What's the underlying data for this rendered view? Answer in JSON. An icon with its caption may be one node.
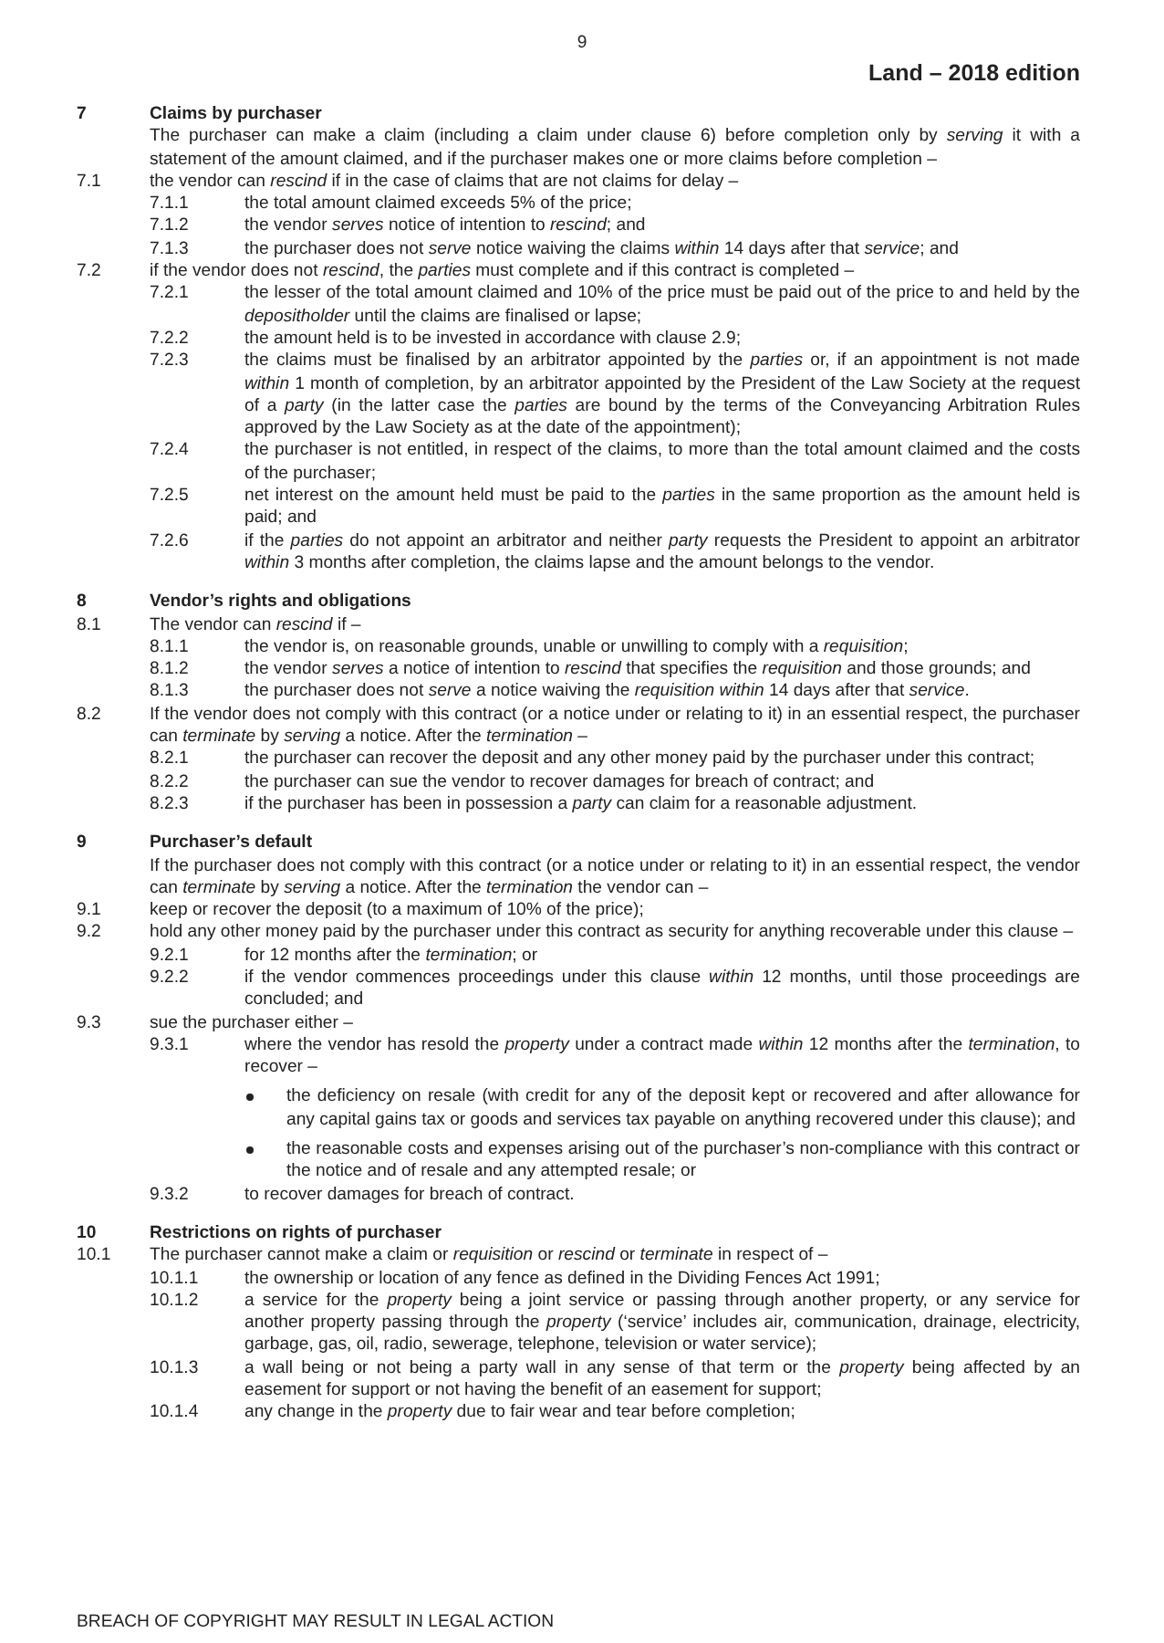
{
  "diagram": {
    "labels": [
      "9",
      "Land – 2018 edition",
      "7",
      "Claims by purchaser",
      "The purchaser can make a claim (including a claim under clause 6) before completion only by *serving* it with a statement of the amount claimed, and if the purchaser makes one or more claims before completion –",
      "7.1",
      "the vendor can *rescind* if in the case of claims that are not claims for delay –",
      "7.1.1",
      "the total amount claimed exceeds 5% of the price;",
      "7.1.2",
      "the vendor *serves* notice of intention to *rescind*; and",
      "7.1.3",
      "the purchaser does not *serve* notice waiving the claims *within* 14 days after that *service*; and",
      "7.2",
      "if the vendor does not *rescind*, the *parties* must complete and if this contract is completed –",
      "7.2.1",
      "the lesser of the total amount claimed and 10% of the price must be paid out of the price to and held by the *depositholder* until the claims are finalised or lapse;",
      "7.2.2",
      "the amount held is to be invested in accordance with clause 2.9;",
      "7.2.3",
      "the claims must be finalised by an arbitrator appointed by the *parties* or, if an appointment is not made *within* 1 month of completion, by an arbitrator appointed by the President of the Law Society at the request of a *party* (in the latter case the *parties* are bound by the terms of the Conveyancing Arbitration Rules approved by the Law Society as at the date of the appointment);",
      "7.2.4",
      "the purchaser is not entitled, in respect of the claims, to more than the total amount claimed and the costs of the purchaser;",
      "7.2.5",
      "net interest on the amount held must be paid to the *parties* in the same proportion as the amount held is paid; and",
      "7.2.6",
      "if the *parties* do not appoint an arbitrator and neither *party* requests the President to appoint an arbitrator *within* 3 months after completion, the claims lapse and the amount belongs to the vendor.",
      "8",
      "Vendor’s rights and obligations",
      "8.1",
      "The vendor can *rescind* if –",
      "8.1.1",
      "the vendor is, on reasonable grounds, unable or unwilling to comply with a *requisition*;",
      "8.1.2",
      "the vendor *serves* a notice of intention to *rescind* that specifies the *requisition* and those grounds; and",
      "8.1.3",
      "the purchaser does not *serve* a notice waiving the *requisition within* 14 days after that *service*.",
      "8.2",
      "If the vendor does not comply with this contract (or a notice under or relating to it) in an essential respect, the purchaser can *terminate* by *serving* a notice. After the *termination* –",
      "8.2.1",
      "the purchaser can recover the deposit and any other money paid by the purchaser under this contract;",
      "8.2.2",
      "the purchaser can sue the vendor to recover damages for breach of contract; and",
      "8.2.3",
      "if the purchaser has been in possession a *party* can claim for a reasonable adjustment.",
      "9",
      "Purchaser’s default",
      "If the purchaser does not comply with this contract (or a notice under or relating to it) in an essential respect, the vendor can *terminate* by *serving* a notice. After the *termination* the vendor can –",
      "9.1",
      "keep or recover the deposit (to a maximum of 10% of the price);",
      "9.2",
      "hold any other money paid by the purchaser under this contract as security for anything recoverable under this clause –",
      "9.2.1",
      "for 12 months after the *termination*; or",
      "9.2.2",
      "if the vendor commences proceedings under this clause *within* 12 months, until those proceedings are concluded; and",
      "9.3",
      "sue the purchaser either –",
      "9.3.1",
      "where the vendor has resold the *property* under a contract made *within* 12 months after the *termination*, to recover –",
      "the deficiency on resale (with credit for any of the deposit kept or recovered and after allowance for any capital gains tax or goods and services tax payable on anything recovered under this clause); and",
      "the reasonable costs and expenses arising out of the purchaser’s non-compliance with this contract or the notice and of resale and any attempted resale; or",
      "9.3.2",
      "to recover damages for breach of contract.",
      "10",
      "Restrictions on rights of purchaser",
      "10.1",
      "The purchaser cannot make a claim or *requisition* or *rescind* or *terminate* in respect of –",
      "10.1.1",
      "the ownership or location of any fence as defined in the Dividing Fences Act 1991;",
      "10.1.2",
      "a service for the *property* being a joint service or passing through another property, or any service for another property passing through the *property* (‘service’ includes air, communication, drainage, electricity, garbage, gas, oil, radio, sewerage, telephone, television or water service);",
      "10.1.3",
      "a wall being or not being a party wall in any sense of that term or the *property* being affected by an easement for support or not having the benefit of an easement for support;",
      "10.1.4",
      "any change in the *property* due to fair wear and tear before completion;",
      "BREACH OF COPYRIGHT MAY RESULT IN LEGAL ACTION"
    ]
  }
}
